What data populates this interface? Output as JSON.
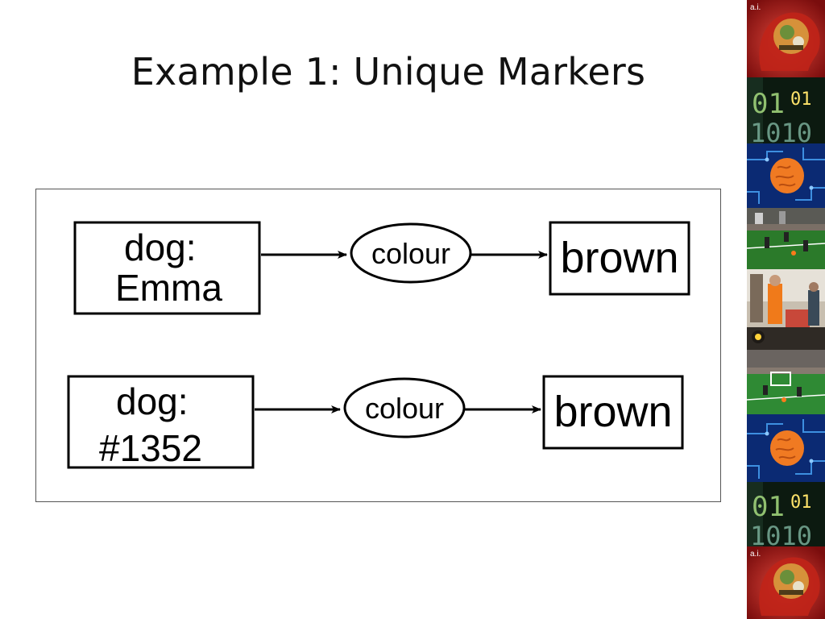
{
  "slide": {
    "title": "Example 1: Unique Markers"
  },
  "diagram": {
    "rows": [
      {
        "subject_lines": [
          "dog:",
          "Emma"
        ],
        "property": "colour",
        "value": "brown"
      },
      {
        "subject_lines": [
          "dog:",
          "#1352"
        ],
        "property": "colour",
        "value": "brown"
      }
    ]
  },
  "sidebar": {
    "tiles": [
      {
        "name": "ai-brain-tile",
        "label": "a.i."
      },
      {
        "name": "binary-digits-tile",
        "label": "01 01 1010"
      },
      {
        "name": "orange-brain-circuit-tile"
      },
      {
        "name": "robot-soccer-field-tile"
      },
      {
        "name": "robot-lab-people-tile"
      },
      {
        "name": "robot-soccer-field-tile-2"
      },
      {
        "name": "orange-brain-circuit-tile-2"
      },
      {
        "name": "binary-digits-tile-2",
        "label": "01 01 1010"
      },
      {
        "name": "ai-brain-tile-2",
        "label": "a.i."
      }
    ]
  }
}
